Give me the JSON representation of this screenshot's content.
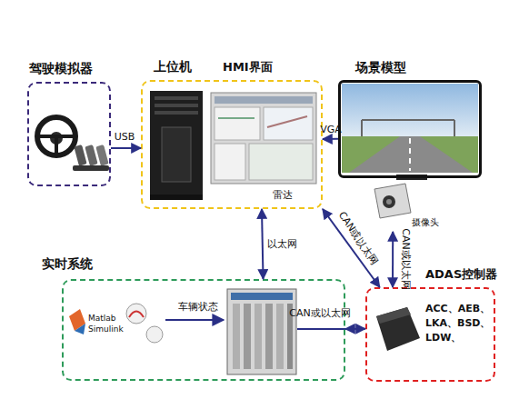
{
  "diagram": {
    "nodes": [
      {
        "text": [
          "驾驶模拟器"
        ]
      },
      {
        "text": [
          "上位机",
          "HMI界面"
        ]
      },
      {
        "text": [
          "场景模型"
        ]
      },
      {
        "text": [
          "摄像头"
        ]
      },
      {
        "text": [
          "实时系统"
        ]
      },
      {
        "text": [
          "ADAS控制器",
          "ACC、AEB、 LKA、BSD、 LDW、"
        ]
      }
    ],
    "edges": [
      {
        "from": 0,
        "to": 1,
        "arrow": "to",
        "label": "USB"
      },
      {
        "from": 2,
        "to": 1,
        "arrow": "to",
        "label": "VGA"
      },
      {
        "from": 1,
        "to": 4,
        "arrow": "both",
        "label": "以太网"
      },
      {
        "from": 1,
        "to": 5,
        "arrow": "both",
        "label": "CAN或以太网"
      },
      {
        "from": 3,
        "to": 5,
        "arrow": "both",
        "label": "CAN或以太网"
      },
      {
        "from": 4,
        "to": 5,
        "arrow": "both",
        "label": "CAN或以太网"
      }
    ],
    "labels": [
      "雷达",
      "车辆状态",
      "Matlab",
      "Simulink"
    ]
  }
}
